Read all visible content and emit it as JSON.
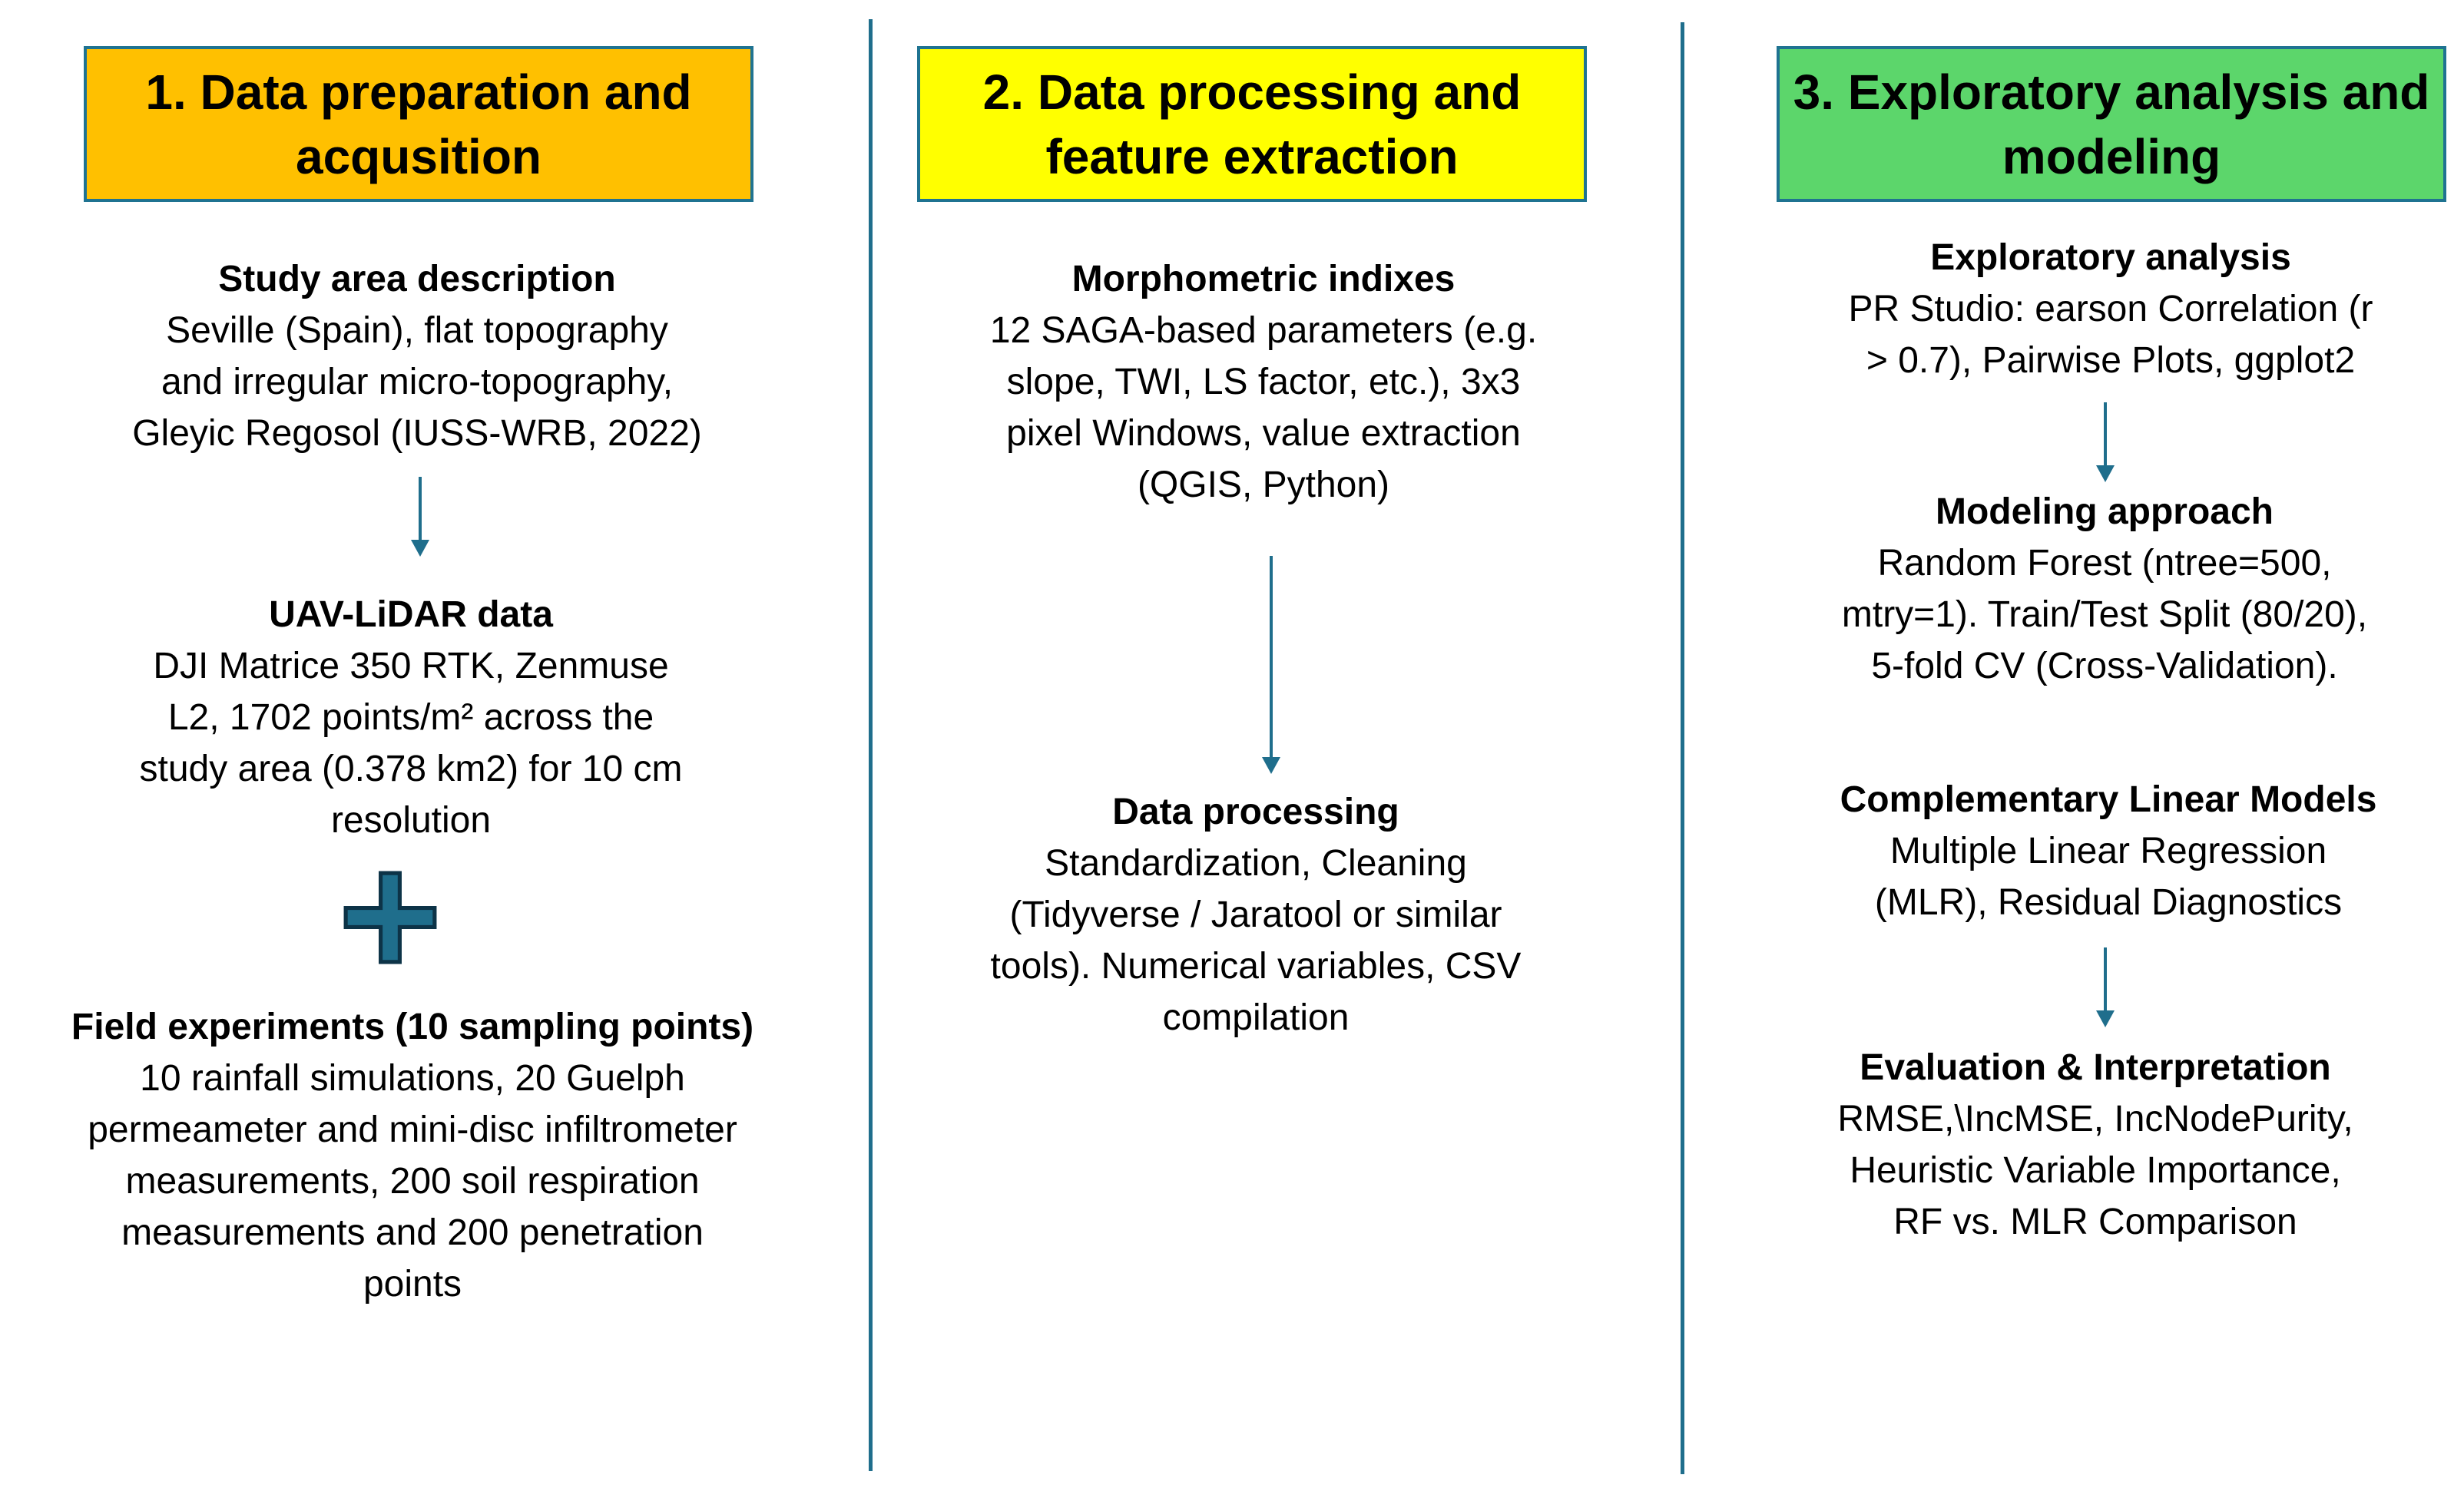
{
  "columns": [
    {
      "title": "1. Data preparation and acqusition",
      "color": "#FFC000",
      "sections": [
        {
          "heading": "Study area description",
          "body": "Seville (Spain), flat topography\nand irregular micro-topography,\nGleyic Regosol (IUSS-WRB, 2022)"
        },
        {
          "heading": "UAV-LiDAR data",
          "body": "DJI Matrice 350 RTK, Zenmuse\nL2, 1702 points/m² across the\nstudy area (0.378 km2) for 10 cm\nresolution"
        },
        {
          "heading": "Field experiments (10 sampling points)",
          "body": "10 rainfall simulations, 20 Guelph\npermeameter and mini-disc infiltrometer\nmeasurements, 200 soil respiration\nmeasurements and 200 penetration\npoints"
        }
      ]
    },
    {
      "title": "2. Data processing and feature extraction",
      "color": "#FFFF00",
      "sections": [
        {
          "heading": "Morphometric indixes",
          "body": "12 SAGA-based parameters (e.g.\nslope, TWI, LS factor, etc.), 3x3\npixel Windows, value extraction\n(QGIS, Python)"
        },
        {
          "heading": "Data processing",
          "body": "Standardization, Cleaning\n(Tidyverse / Jaratool or similar\ntools).  Numerical variables, CSV\ncompilation"
        }
      ]
    },
    {
      "title": "3. Exploratory analysis and modeling",
      "color": "#5CD66B",
      "sections": [
        {
          "heading": "Exploratory analysis",
          "body": "PR Studio: earson Correlation (r\n> 0.7), Pairwise Plots, ggplot2"
        },
        {
          "heading": "Modeling approach",
          "body": "Random Forest (ntree=500,\nmtry=1). Train/Test Split (80/20),\n5-fold CV (Cross-Validation)."
        },
        {
          "heading": "Complementary Linear Models",
          "body": "Multiple Linear Regression\n(MLR), Residual Diagnostics"
        },
        {
          "heading": "Evaluation & Interpretation",
          "body": "RMSE,\\IncMSE, IncNodePurity,\nHeuristic Variable Importance,\nRF vs. MLR Comparison"
        }
      ]
    }
  ],
  "icons": {
    "plus": "plus-icon",
    "arrow": "arrow-down-icon"
  }
}
